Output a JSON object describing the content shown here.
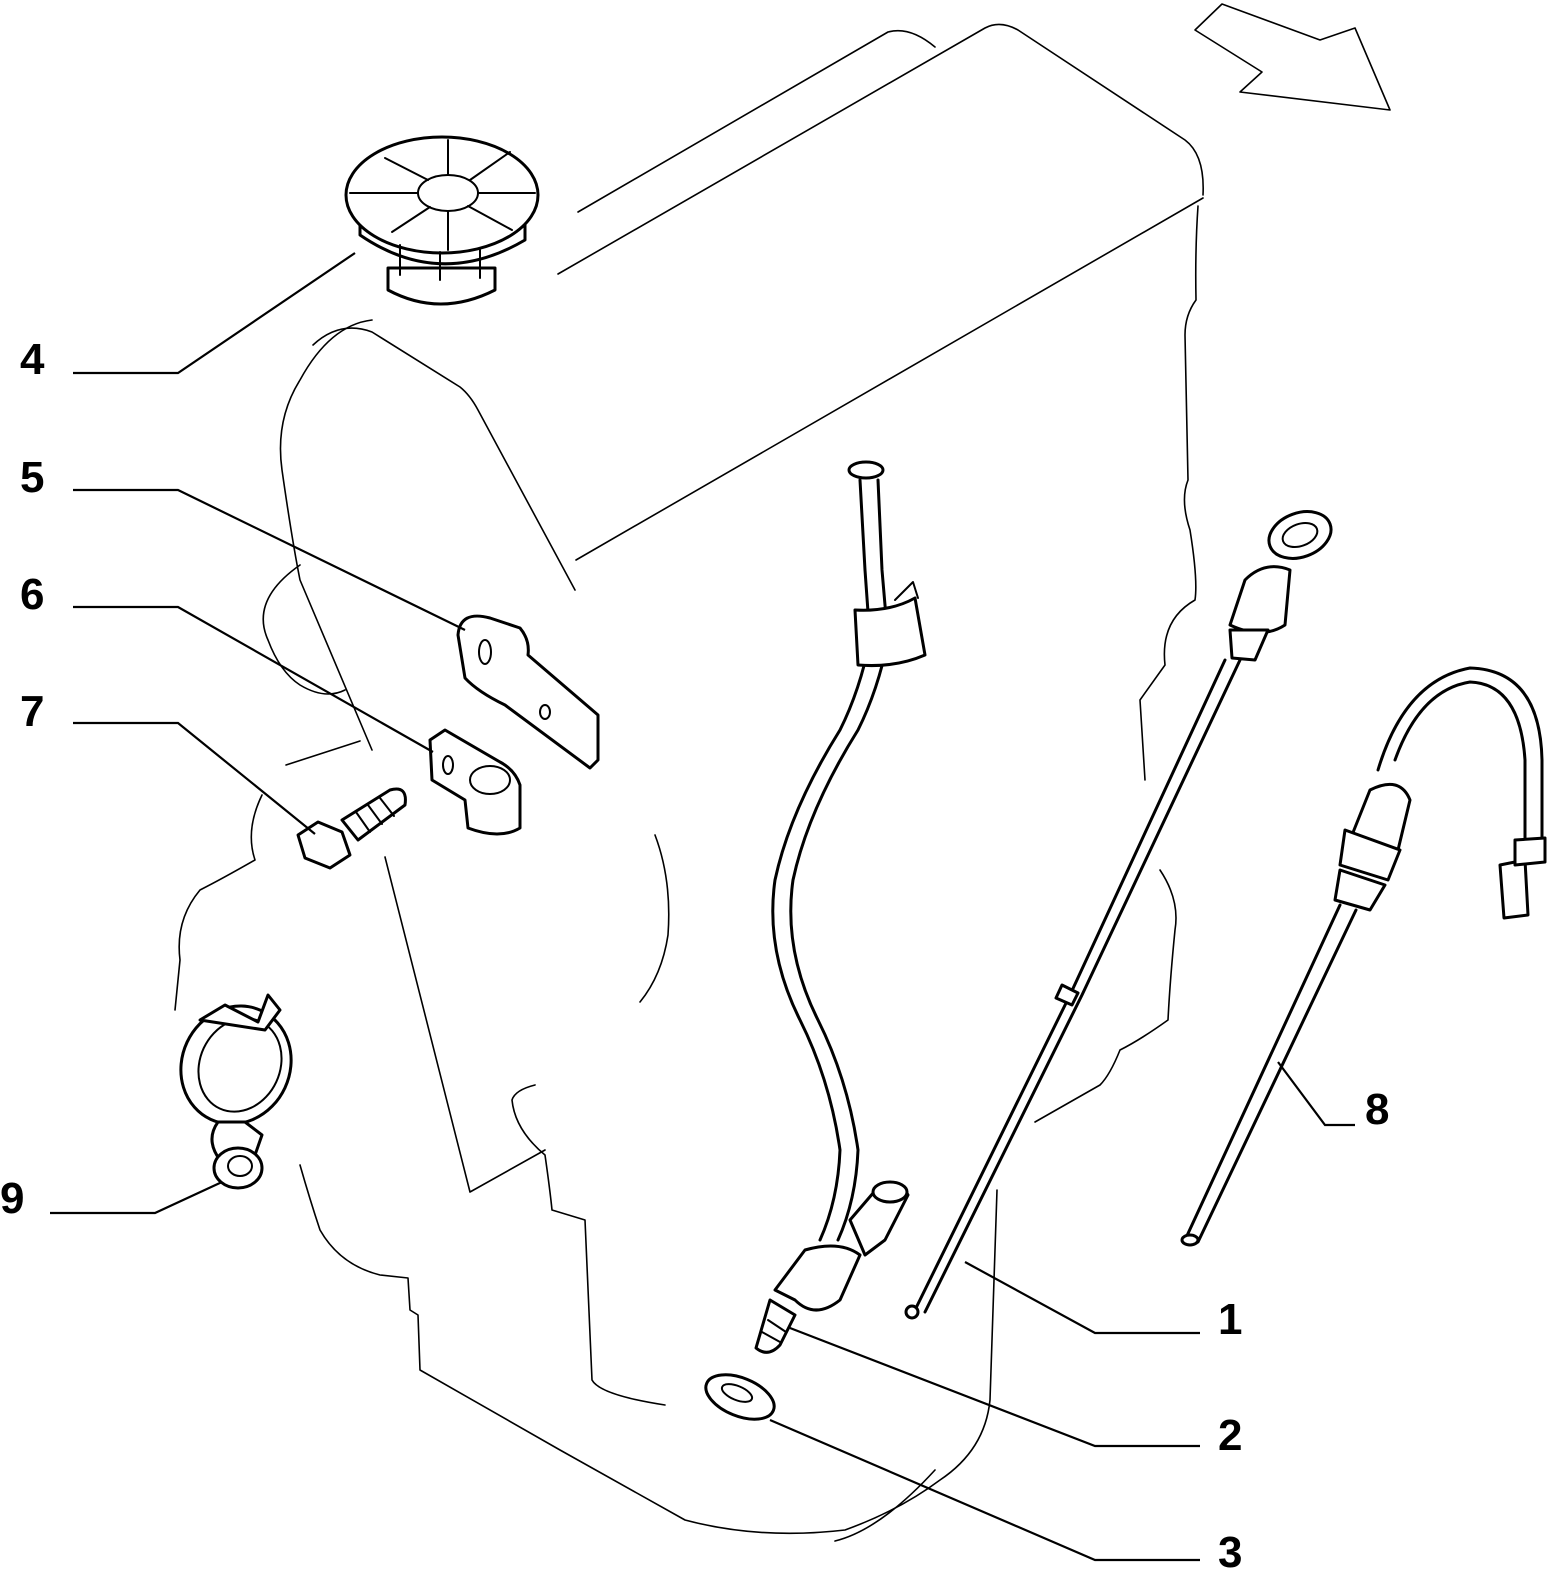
{
  "callouts": [
    {
      "id": "1",
      "label": "1"
    },
    {
      "id": "2",
      "label": "2"
    },
    {
      "id": "3",
      "label": "3"
    },
    {
      "id": "4",
      "label": "4"
    },
    {
      "id": "5",
      "label": "5"
    },
    {
      "id": "6",
      "label": "6"
    },
    {
      "id": "7",
      "label": "7"
    },
    {
      "id": "8",
      "label": "8"
    },
    {
      "id": "9",
      "label": "9"
    }
  ],
  "colors": {
    "line": "#000000",
    "background": "#ffffff"
  },
  "icons": [
    "direction-arrow-icon"
  ]
}
